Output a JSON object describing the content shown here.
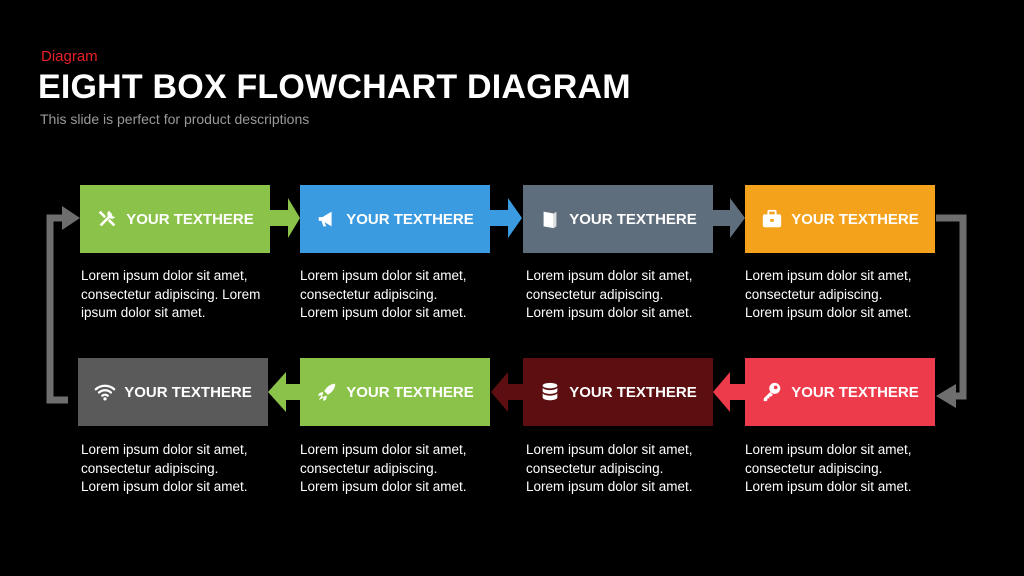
{
  "header": {
    "tag": "Diagram",
    "title": "EIGHT BOX FLOWCHART DIAGRAM",
    "subtitle": "This slide is perfect for product descriptions"
  },
  "boxes": [
    {
      "label": "YOUR TEXTHERE",
      "icon": "tools-icon",
      "color": "#8bc34a",
      "desc": "Lorem ipsum dolor sit amet,\nconsectetur adipiscing. Lorem\nipsum dolor sit amet."
    },
    {
      "label": "YOUR TEXTHERE",
      "icon": "megaphone-icon",
      "color": "#3b9be0",
      "desc": "Lorem ipsum dolor sit amet,\nconsectetur adipiscing.\nLorem ipsum dolor sit amet."
    },
    {
      "label": "YOUR TEXTHERE",
      "icon": "book-icon",
      "color": "#5f6e7d",
      "desc": "Lorem ipsum dolor sit amet,\nconsectetur adipiscing.\nLorem ipsum dolor sit amet."
    },
    {
      "label": "YOUR TEXTHERE",
      "icon": "briefcase-icon",
      "color": "#f4a21c",
      "desc": "Lorem ipsum dolor sit amet,\nconsectetur adipiscing.\nLorem ipsum dolor sit amet."
    },
    {
      "label": "YOUR TEXTHERE",
      "icon": "key-icon",
      "color": "#ee3b4b",
      "desc": "Lorem ipsum dolor sit amet,\nconsectetur adipiscing.\nLorem ipsum dolor sit amet."
    },
    {
      "label": "YOUR TEXTHERE",
      "icon": "database-icon",
      "color": "#5c0e10",
      "desc": "Lorem ipsum dolor sit amet,\nconsectetur adipiscing.\nLorem ipsum dolor sit amet."
    },
    {
      "label": "YOUR TEXTHERE",
      "icon": "rocket-icon",
      "color": "#8bc34a",
      "desc": "Lorem ipsum dolor sit amet,\nconsectetur adipiscing.\nLorem ipsum dolor sit amet."
    },
    {
      "label": "YOUR TEXTHERE",
      "icon": "wifi-icon",
      "color": "#5a5a5a",
      "desc": "Lorem ipsum dolor sit amet,\nconsectetur adipiscing.\nLorem ipsum dolor sit amet."
    }
  ],
  "connector_color": "#6e6e6e"
}
